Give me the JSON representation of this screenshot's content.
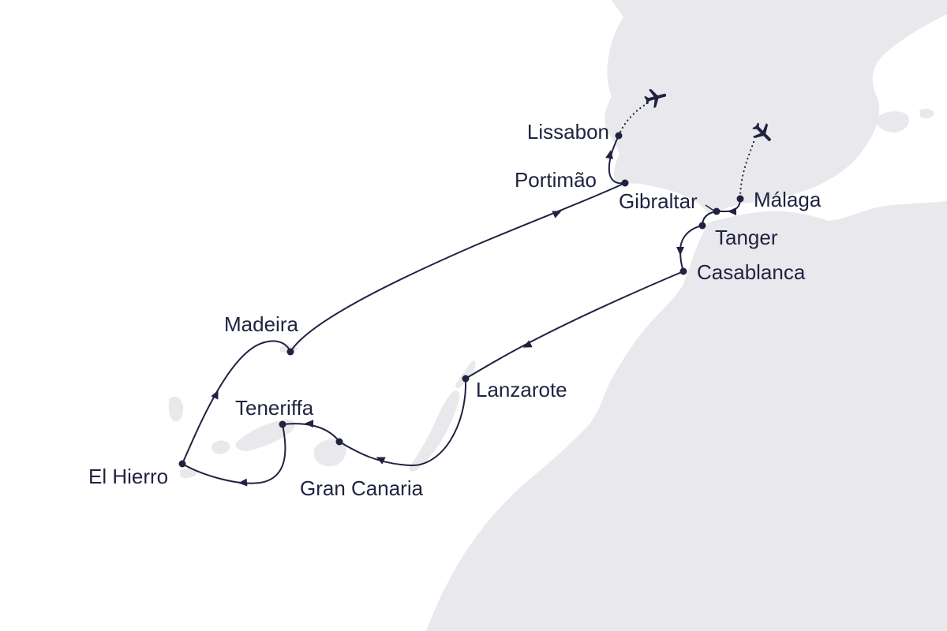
{
  "map": {
    "colors": {
      "sea": "#ffffff",
      "land": "#e9e9ed",
      "route": "#1f2340"
    },
    "icons": [
      "airplane-arrival-icon",
      "airplane-departure-icon"
    ],
    "ports": [
      {
        "id": "lissabon",
        "label": "Lissabon"
      },
      {
        "id": "portimao",
        "label": "Portimão"
      },
      {
        "id": "gibraltar",
        "label": "Gibraltar"
      },
      {
        "id": "malaga",
        "label": "Málaga"
      },
      {
        "id": "tanger",
        "label": "Tanger"
      },
      {
        "id": "casablanca",
        "label": "Casablanca"
      },
      {
        "id": "madeira",
        "label": "Madeira"
      },
      {
        "id": "lanzarote",
        "label": "Lanzarote"
      },
      {
        "id": "teneriffa",
        "label": "Teneriffa"
      },
      {
        "id": "gran-canaria",
        "label": "Gran Canaria"
      },
      {
        "id": "el-hierro",
        "label": "El Hierro"
      }
    ]
  }
}
